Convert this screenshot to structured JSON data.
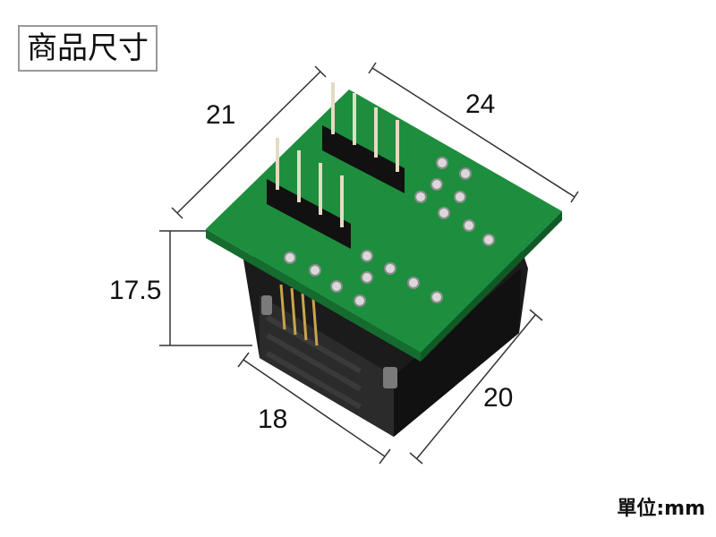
{
  "title": "商品尺寸",
  "dimensions": {
    "top_left": "21",
    "top_right": "24",
    "height": "17.5",
    "bottom_left": "18",
    "bottom_right": "20"
  },
  "unit_label": "單位:mm",
  "colors": {
    "pcb": "#1a8a3c",
    "socket": "#1a1a1a",
    "pin": "#d8d0b0",
    "header": "#111111"
  }
}
